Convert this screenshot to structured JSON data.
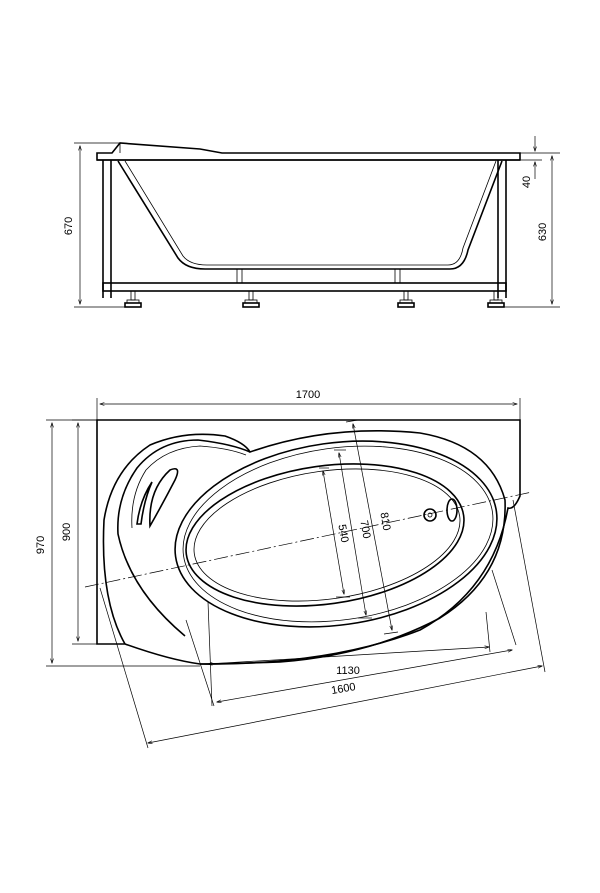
{
  "side_view": {
    "overall_height": "670",
    "height_to_rim": "630",
    "rim_thickness": "40"
  },
  "top_view": {
    "overall_length": "1700",
    "overall_width": "970",
    "inner_width": "900",
    "bowl_depth_small": "540",
    "bowl_depth_mid": "700",
    "bowl_depth_large": "810",
    "bowl_length_inner": "1130",
    "bowl_length_outer": "1600"
  }
}
